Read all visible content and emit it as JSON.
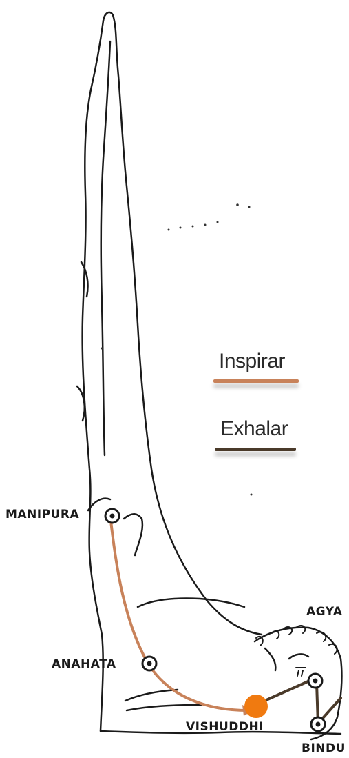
{
  "colors": {
    "inhale": "#c8825a",
    "exhale": "#4a3a2a",
    "vishuddhi_dot": "#f07a10",
    "ink": "#1a1a1a"
  },
  "legend": {
    "inhale_label": "Inspirar",
    "exhale_label": "Exhalar"
  },
  "chakras": {
    "manipura": "MANIPURA",
    "anahata": "ANAHATA",
    "vishuddhi": "VISHUDDHI",
    "agya": "AGYA",
    "bindu": "BINDU"
  }
}
